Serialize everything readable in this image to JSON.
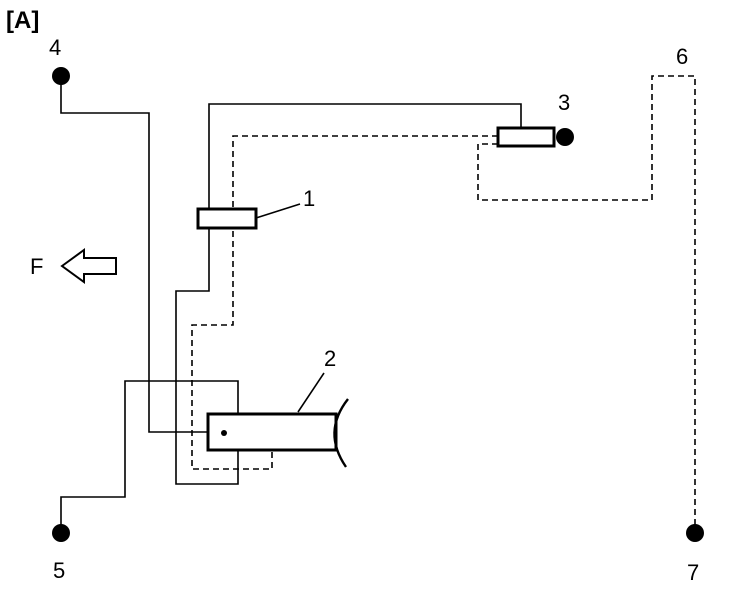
{
  "panel_label": "[A]",
  "direction_label": "F",
  "callouts": {
    "c1": "1",
    "c2": "2",
    "c3": "3",
    "c4": "4",
    "c5": "5",
    "c6": "6",
    "c7": "7"
  },
  "colors": {
    "line": "#000000",
    "background": "#ffffff"
  }
}
